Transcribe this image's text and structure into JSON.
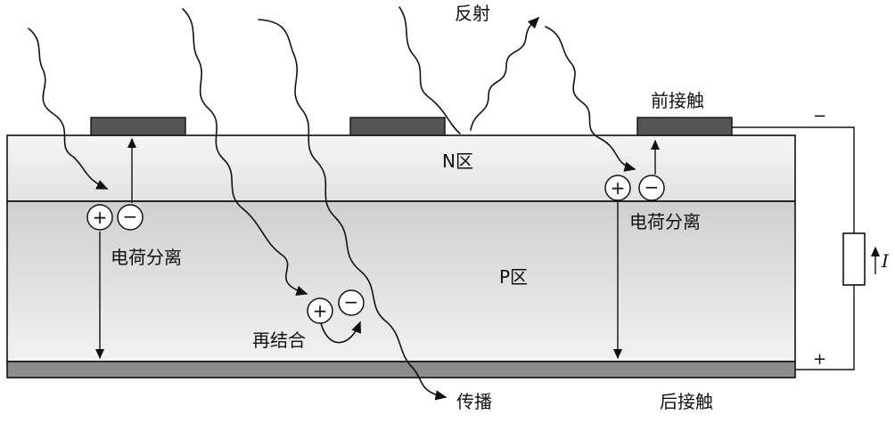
{
  "labels": {
    "reflection": "反射",
    "front_contact": "前接触",
    "n_region": "N区",
    "p_region": "P区",
    "charge_separation_left": "电荷分离",
    "charge_separation_right": "电荷分离",
    "recombination": "再结合",
    "propagation": "传播",
    "back_contact": "后接触",
    "current": "I",
    "terminal_negative": "−",
    "terminal_positive": "+"
  },
  "symbols": {
    "hole": "+",
    "electron": "−"
  }
}
